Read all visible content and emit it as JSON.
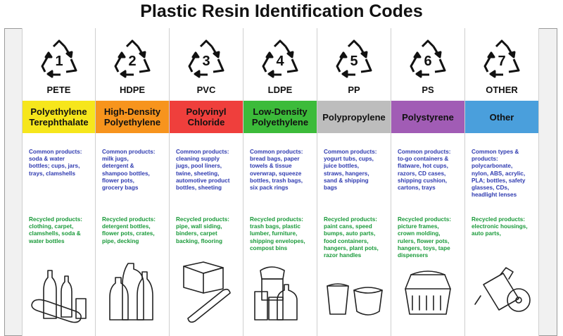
{
  "title": "Plastic Resin Identification Codes",
  "columns": [
    {
      "number": "1",
      "abbr": "PETE",
      "name": "Polyethylene\nTerephthalate",
      "color": "#f6e61c",
      "common": "Common products:\nsoda & water\nbottles; cups, jars,\ntrays, clamshells",
      "recycled": "Recycled products:\nclothing, carpet,\nclamshells, soda &\nwater bottles",
      "illustration": "bottles-illustration"
    },
    {
      "number": "2",
      "abbr": "HDPE",
      "name": "High-Density\nPolyethylene",
      "color": "#f7941d",
      "common": "Common products:\nmilk jugs,\ndetergent &\nshampoo bottles,\nflower pots,\ngrocery bags",
      "recycled": "Recycled products:\ndetergent bottles,\nflower pots, crates,\npipe, decking",
      "illustration": "jugs-illustration"
    },
    {
      "number": "3",
      "abbr": "PVC",
      "name": "Polyvinyl\nChloride",
      "color": "#ef3f3c",
      "common": "Common products:\ncleaning supply\njugs, pool liners,\ntwine, sheeting,\nautomotive product\nbottles, sheeting",
      "recycled": "Recycled products:\npipe, wall siding,\nbinders, carpet\nbacking, flooring",
      "illustration": "box-pipe-illustration"
    },
    {
      "number": "4",
      "abbr": "LDPE",
      "name": "Low-Density\nPolyethylene",
      "color": "#3cbb3a",
      "common": "Common products:\nbread bags, paper\ntowels & tissue\noverwrap, squeeze\nbottles, trash bags,\nsix pack rings",
      "recycled": "Recycled products:\ntrash bags, plastic\nlumber, furniture,\nshipping envelopes,\ncompost bins",
      "illustration": "bag-bottles-illustration"
    },
    {
      "number": "5",
      "abbr": "PP",
      "name": "Polypropylene",
      "color": "#bdbdbd",
      "common": "Common products:\nyogurt tubs, cups,\njuice bottles,\nstraws, hangers,\nsand & shipping\nbags",
      "recycled": "Recycled products:\npaint cans, speed\nbumps, auto parts,\nfood containers,\nhangers, plant pots,\nrazor handles",
      "illustration": "cup-tub-illustration"
    },
    {
      "number": "6",
      "abbr": "PS",
      "name": "Polystyrene",
      "color": "#a15cb5",
      "common": "Common products:\nto-go containers &\nflatware, hot cups,\nrazors, CD cases,\nshipping cushion,\ncartons, trays",
      "recycled": "Recycled products:\npicture frames,\ncrown molding,\nrulers, flower pots,\nhangers, toys, tape\ndispensers",
      "illustration": "container-illustration"
    },
    {
      "number": "7",
      "abbr": "OTHER",
      "name": "Other",
      "color": "#4a9fdc",
      "common": "Common types &\nproducts:\npolycarbonate,\nnylon, ABS, acrylic,\nPLA; bottles, safety\nglasses, CDs,\nheadlight lenses",
      "recycled": "Recycled products:\nelectronic housings,\nauto parts,",
      "illustration": "spray-cd-illustration"
    }
  ]
}
